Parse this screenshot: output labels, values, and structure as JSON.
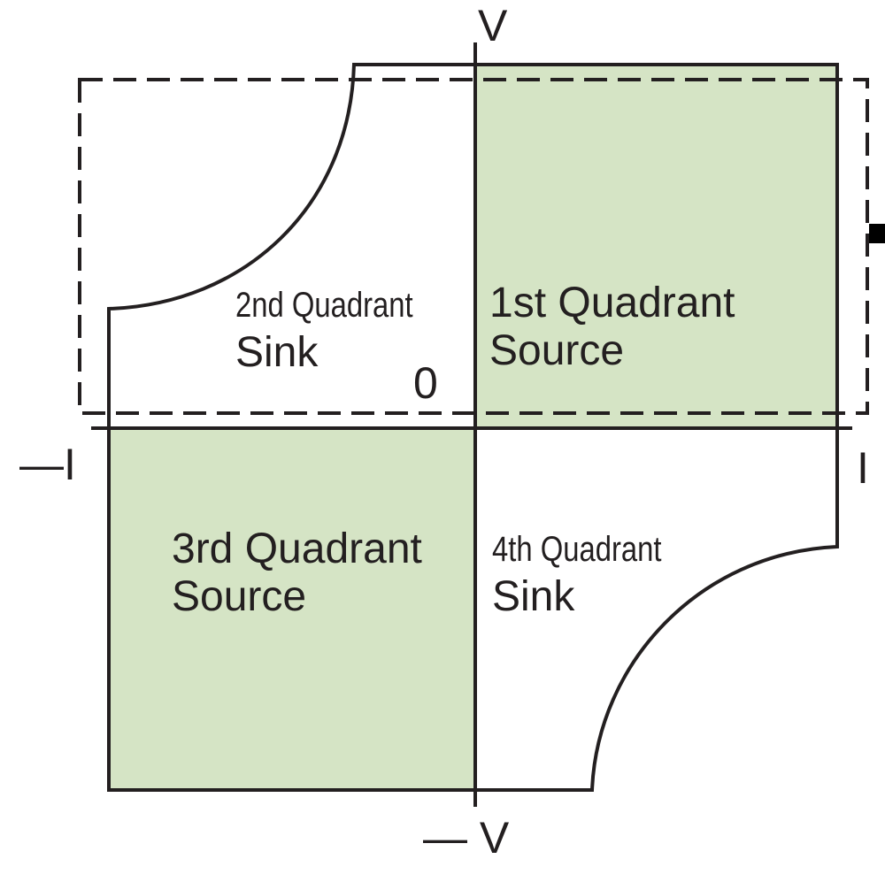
{
  "axes": {
    "v_top": "V",
    "v_bottom": "— V",
    "i_left": "—I",
    "i_right": "I",
    "origin": "0"
  },
  "quadrants": {
    "q1": {
      "line1": "1st Quadrant",
      "line2": "Source"
    },
    "q2": {
      "line1": "2nd Quadrant",
      "line2": "Sink"
    },
    "q3": {
      "line1": "3rd Quadrant",
      "line2": "Source"
    },
    "q4": {
      "line1": "4th Quadrant",
      "line2": "Sink"
    }
  },
  "colors": {
    "source_fill": "#d5e4c5",
    "line": "#231f20"
  }
}
